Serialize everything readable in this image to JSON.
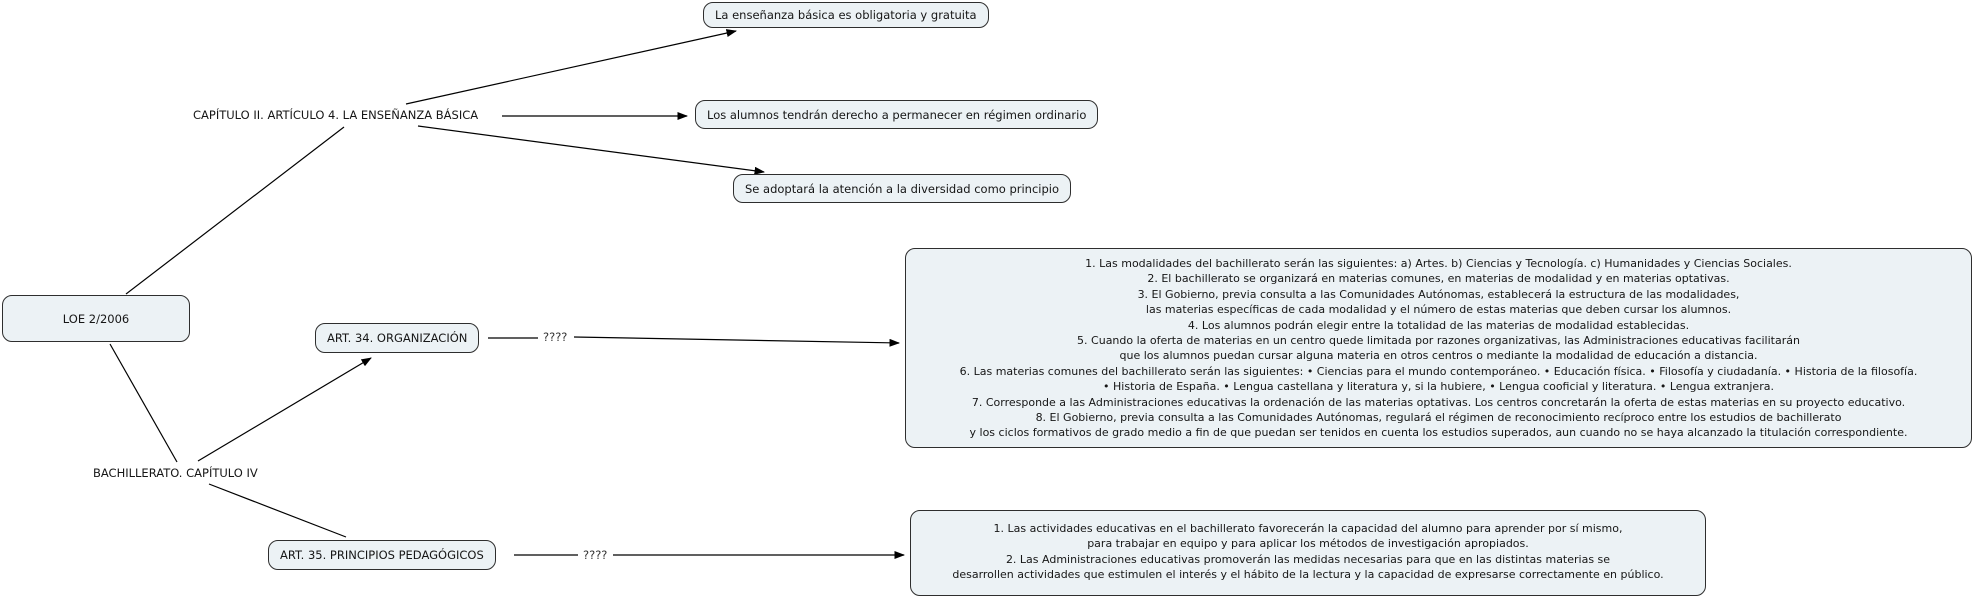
{
  "colors": {
    "background": "#ffffff",
    "node_fill": "#ecf2f5",
    "node_border": "#2e2e2e",
    "line": "#000000",
    "text": "#161616"
  },
  "nodes": {
    "loe": {
      "label": "LOE 2/2006"
    },
    "capitulo2": {
      "label": "CAPÍTULO II. ARTÍCULO 4. LA ENSEÑANZA BÁSICA"
    },
    "ensenanza": {
      "label": "La enseñanza básica es obligatoria y gratuita"
    },
    "alumnos": {
      "label": "Los alumnos tendrán derecho a permanecer en régimen ordinario"
    },
    "diversidad": {
      "label": "Se adoptará la atención a la diversidad como principio"
    },
    "bachillerato": {
      "label": "BACHILLERATO. CAPÍTULO IV"
    },
    "art34": {
      "label": "ART. 34. ORGANIZACIÓN"
    },
    "art35": {
      "label": "ART. 35. PRINCIPIOS PEDAGÓGICOS"
    },
    "link_art34": {
      "label": "????"
    },
    "link_art35": {
      "label": "????"
    },
    "art34_detail": {
      "lines": [
        "1. Las modalidades del bachillerato serán las siguientes: a) Artes. b) Ciencias y Tecnología. c) Humanidades y Ciencias Sociales.",
        "2. El bachillerato se organizará en materias comunes, en materias de modalidad y en materias optativas.",
        "3. El Gobierno, previa consulta a las Comunidades Autónomas, establecerá la estructura de las modalidades,",
        "las materias específicas de cada modalidad y el número de estas materias que deben cursar los alumnos.",
        "4. Los alumnos podrán elegir entre la totalidad de las materias de modalidad establecidas.",
        "5. Cuando la oferta de materias en un centro quede limitada por razones organizativas, las Administraciones educativas facilitarán",
        "que los alumnos puedan cursar alguna materia en otros centros o mediante la modalidad de educación a distancia.",
        "6. Las materias comunes del bachillerato serán las siguientes: • Ciencias para el mundo contemporáneo. • Educación física. • Filosofía y ciudadanía. • Historia de la filosofía.",
        "• Historia de España. • Lengua castellana y literatura y, si la hubiere, • Lengua cooficial y literatura. • Lengua extranjera.",
        "7. Corresponde a las Administraciones educativas la ordenación de las materias optativas. Los centros concretarán la oferta de estas materias en su proyecto educativo.",
        "8. El Gobierno, previa consulta a las Comunidades Autónomas, regulará el régimen de reconocimiento recíproco entre los estudios de bachillerato",
        "y los ciclos formativos de grado medio a fin de que puedan ser tenidos en cuenta los estudios superados, aun cuando no se haya alcanzado la titulación correspondiente."
      ]
    },
    "art35_detail": {
      "lines": [
        "1. Las actividades educativas en el bachillerato favorecerán la capacidad del alumno para aprender por sí mismo,",
        "para trabajar en equipo y para aplicar los métodos de investigación apropiados.",
        "2. Las Administraciones educativas promoverán las medidas necesarias para que en las distintas materias se",
        "desarrollen actividades que estimulen el interés y el hábito de la lectura y la capacidad de expresarse correctamente en público."
      ]
    }
  },
  "edges": [
    {
      "from": "loe",
      "to": "capitulo2",
      "arrowhead": false
    },
    {
      "from": "capitulo2",
      "to": "ensenanza",
      "arrowhead": true
    },
    {
      "from": "capitulo2",
      "to": "alumnos",
      "arrowhead": true
    },
    {
      "from": "capitulo2",
      "to": "diversidad",
      "arrowhead": true
    },
    {
      "from": "loe",
      "to": "bachillerato",
      "arrowhead": false
    },
    {
      "from": "bachillerato",
      "to": "art34",
      "arrowhead": true
    },
    {
      "from": "bachillerato",
      "to": "art35",
      "arrowhead": false
    },
    {
      "from": "art34",
      "to": "link_art34",
      "arrowhead": false
    },
    {
      "from": "link_art34",
      "to": "art34_detail",
      "arrowhead": true
    },
    {
      "from": "art35",
      "to": "link_art35",
      "arrowhead": false
    },
    {
      "from": "link_art35",
      "to": "art35_detail",
      "arrowhead": true
    }
  ]
}
